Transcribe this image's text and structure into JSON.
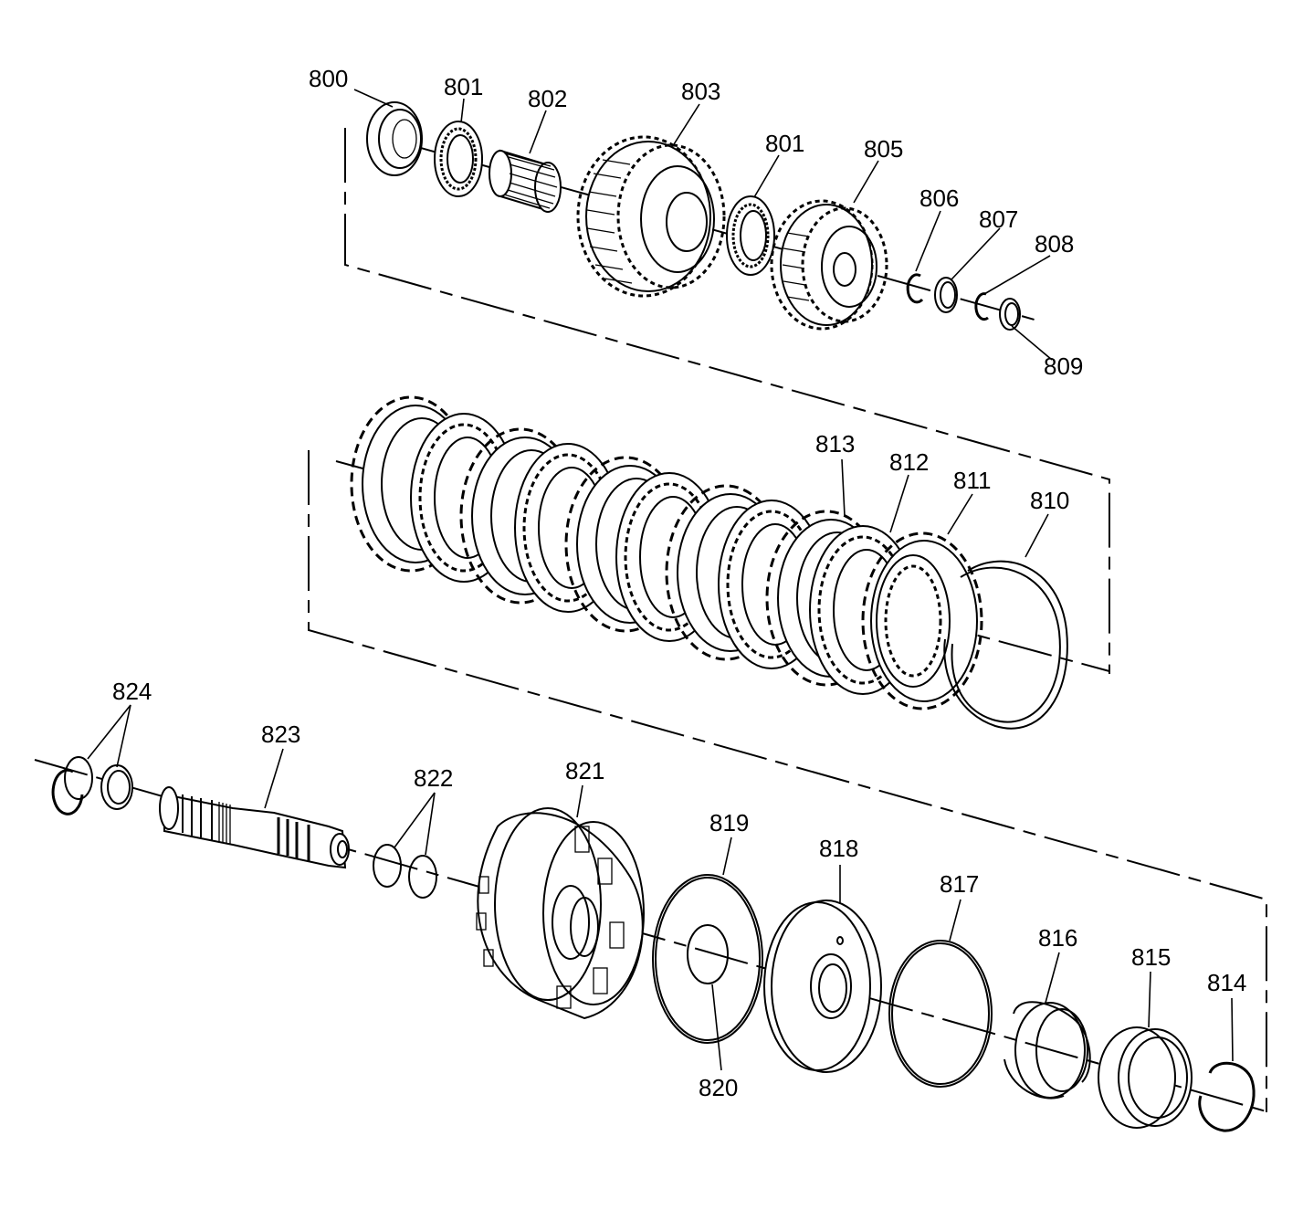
{
  "callouts": [
    {
      "id": "c800",
      "text": "800"
    },
    {
      "id": "c801a",
      "text": "801"
    },
    {
      "id": "c802",
      "text": "802"
    },
    {
      "id": "c803",
      "text": "803"
    },
    {
      "id": "c801b",
      "text": "801"
    },
    {
      "id": "c805",
      "text": "805"
    },
    {
      "id": "c806",
      "text": "806"
    },
    {
      "id": "c807",
      "text": "807"
    },
    {
      "id": "c808",
      "text": "808"
    },
    {
      "id": "c809",
      "text": "809"
    },
    {
      "id": "c813",
      "text": "813"
    },
    {
      "id": "c812",
      "text": "812"
    },
    {
      "id": "c811",
      "text": "811"
    },
    {
      "id": "c810",
      "text": "810"
    },
    {
      "id": "c824",
      "text": "824"
    },
    {
      "id": "c823",
      "text": "823"
    },
    {
      "id": "c822",
      "text": "822"
    },
    {
      "id": "c821",
      "text": "821"
    },
    {
      "id": "c819",
      "text": "819"
    },
    {
      "id": "c818",
      "text": "818"
    },
    {
      "id": "c817",
      "text": "817"
    },
    {
      "id": "c816",
      "text": "816"
    },
    {
      "id": "c815",
      "text": "815"
    },
    {
      "id": "c814",
      "text": "814"
    },
    {
      "id": "c820",
      "text": "820"
    }
  ]
}
